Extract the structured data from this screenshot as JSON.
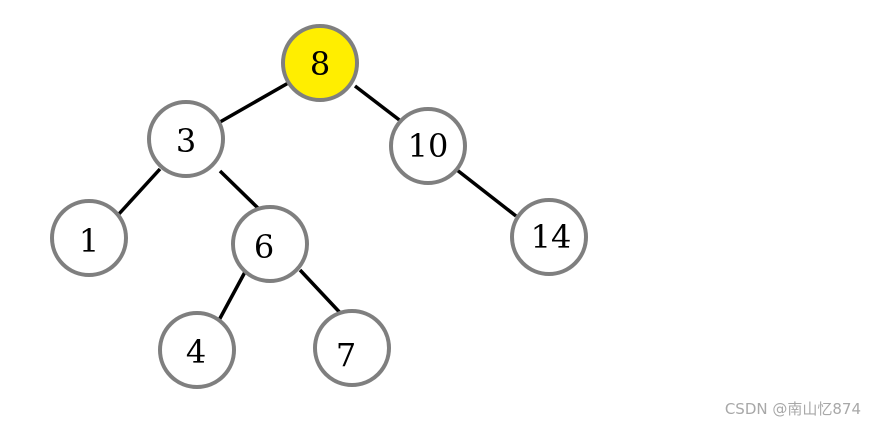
{
  "diagram": {
    "nodes": [
      {
        "id": "n8",
        "label": "8",
        "highlighted": true
      },
      {
        "id": "n3",
        "label": "3",
        "highlighted": false
      },
      {
        "id": "n10",
        "label": "10",
        "highlighted": false
      },
      {
        "id": "n1",
        "label": "1",
        "highlighted": false
      },
      {
        "id": "n6",
        "label": "6",
        "highlighted": false
      },
      {
        "id": "n14",
        "label": "14",
        "highlighted": false
      },
      {
        "id": "n4",
        "label": "4",
        "highlighted": false
      },
      {
        "id": "n7",
        "label": "7",
        "highlighted": false
      }
    ],
    "edges": [
      {
        "from": "n8",
        "to": "n3"
      },
      {
        "from": "n8",
        "to": "n10"
      },
      {
        "from": "n3",
        "to": "n1"
      },
      {
        "from": "n3",
        "to": "n6"
      },
      {
        "from": "n10",
        "to": "n14"
      },
      {
        "from": "n6",
        "to": "n4"
      },
      {
        "from": "n6",
        "to": "n7"
      }
    ]
  },
  "colors": {
    "highlight_fill": "#ffee00",
    "node_fill": "#ffffff",
    "node_stroke": "#7f7f7f",
    "edge": "#000000"
  },
  "watermark": "CSDN @南山忆874"
}
